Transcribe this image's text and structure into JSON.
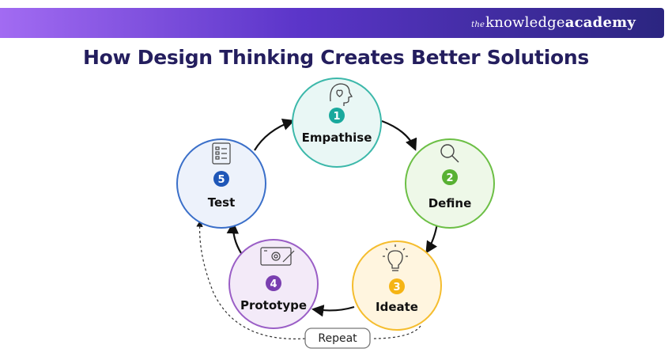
{
  "header": {
    "brand_prefix": "the",
    "brand_middle": "knowledge",
    "brand_suffix": "academy",
    "banner_gradient": [
      "#a26bf2",
      "#5b35c9",
      "#2b2580"
    ]
  },
  "title": "How Design Thinking Creates Better Solutions",
  "stages": [
    {
      "number": "1",
      "label": "Empathise",
      "icon": "head-heart-icon",
      "accent": "#1aa99d",
      "fill": "#e9f7f5",
      "stroke": "#3cb8aa"
    },
    {
      "number": "2",
      "label": "Define",
      "icon": "magnifier-icon",
      "accent": "#58b133",
      "fill": "#eef8e8",
      "stroke": "#6cbf45"
    },
    {
      "number": "3",
      "label": "Ideate",
      "icon": "lightbulb-icon",
      "accent": "#f5b415",
      "fill": "#fff5df",
      "stroke": "#f5bd2e"
    },
    {
      "number": "4",
      "label": "Prototype",
      "icon": "blueprint-gear-icon",
      "accent": "#7a3fb0",
      "fill": "#f3eaf8",
      "stroke": "#9a5ec6"
    },
    {
      "number": "5",
      "label": "Test",
      "icon": "checklist-icon",
      "accent": "#1f57b8",
      "fill": "#edf2fb",
      "stroke": "#3a6fc9"
    }
  ],
  "repeat_label": "Repeat"
}
